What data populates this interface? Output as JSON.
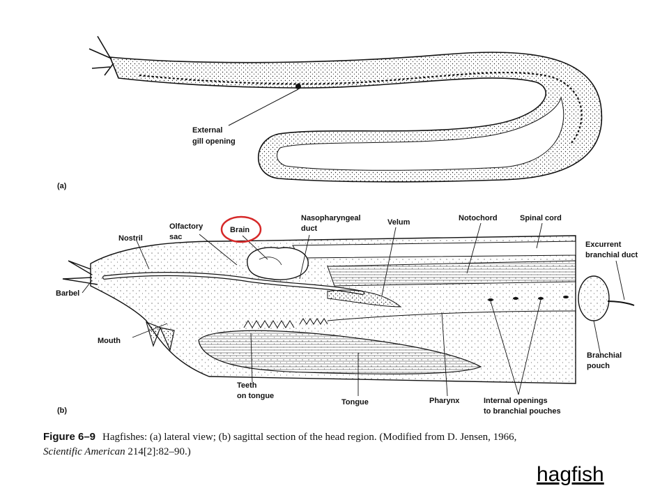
{
  "diagram": {
    "labels": {
      "external_gill_opening": [
        "External",
        "gill opening"
      ],
      "panel_a": "(a)",
      "panel_b": "(b)",
      "nostril": "Nostril",
      "olfactory_sac": [
        "Olfactory",
        "sac"
      ],
      "brain": "Brain",
      "nasopharyngeal_duct": [
        "Nasopharyngeal",
        "duct"
      ],
      "velum": "Velum",
      "notochord": "Notochord",
      "spinal_cord": "Spinal cord",
      "excurrent_branchial_duct": [
        "Excurrent",
        "branchial duct"
      ],
      "barbel": "Barbel",
      "mouth": "Mouth",
      "branchial_pouch": [
        "Branchial",
        "pouch"
      ],
      "teeth_on_tongue": [
        "Teeth",
        "on tongue"
      ],
      "tongue": "Tongue",
      "pharynx": "Pharynx",
      "internal_openings": [
        "Internal openings",
        "to branchial pouches"
      ]
    },
    "highlight_color": "#d62828"
  },
  "caption": {
    "figure_number": "Figure 6–9",
    "text_before_italic": "Hagfishes: (a) lateral view; (b) sagittal section of the head region. (Modified from D. Jensen, 1966,",
    "italic_source": "Scientific American",
    "text_after_italic": "214[2]:82–90.)"
  },
  "slide_title": "hagfish"
}
